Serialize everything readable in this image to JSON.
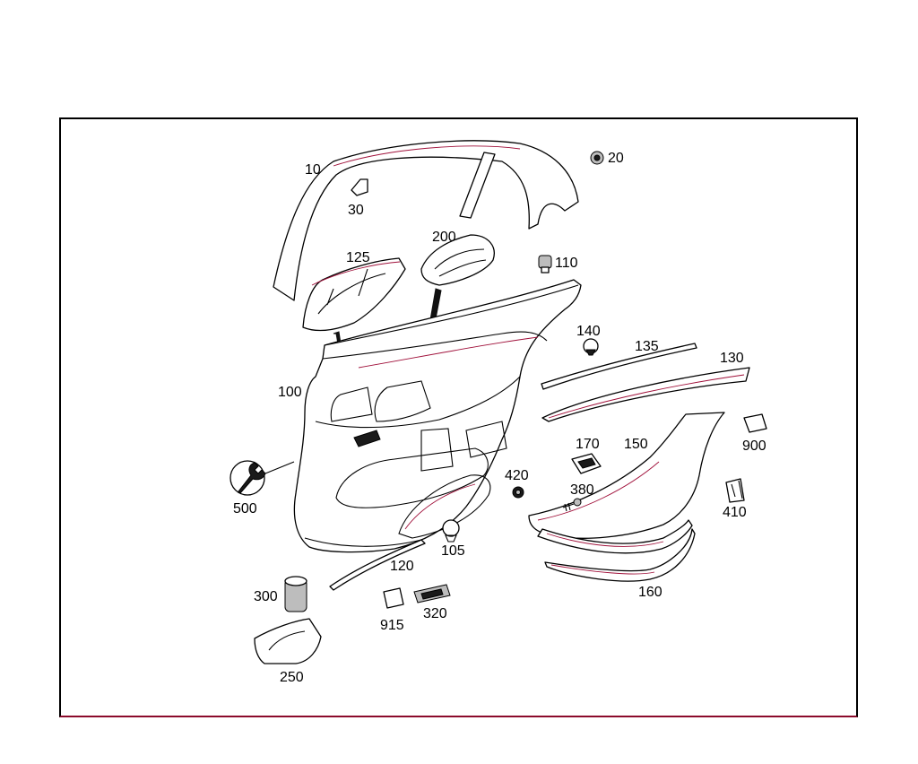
{
  "labels": {
    "p10": "10",
    "p20": "20",
    "p30": "30",
    "p100": "100",
    "p105": "105",
    "p110": "110",
    "p120": "120",
    "p125": "125",
    "p130": "130",
    "p135": "135",
    "p140": "140",
    "p150": "150",
    "p160": "160",
    "p170": "170",
    "p200": "200",
    "p250": "250",
    "p300": "300",
    "p320": "320",
    "p380": "380",
    "p410": "410",
    "p420": "420",
    "p500": "500",
    "p900": "900",
    "p915": "915"
  },
  "colors": {
    "line": "#000000",
    "accent": "#a0103a",
    "frame_bottom": "#8b0a2b"
  }
}
